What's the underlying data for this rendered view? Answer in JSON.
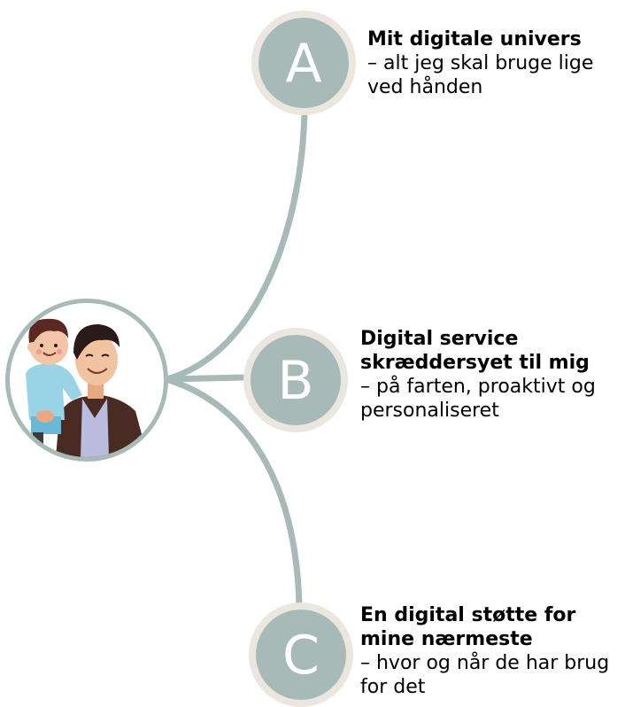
{
  "colors": {
    "node_fill": "#a8bab8",
    "node_ring": "#ebe7df",
    "connector": "#a8bab8",
    "letter": "#ffffff",
    "text": "#000000"
  },
  "avatar": {
    "icon": "parent-with-child-icon"
  },
  "items": [
    {
      "letter": "A",
      "title": "Mit digitale univers",
      "description": " – alt jeg skal bruge lige ved hånden"
    },
    {
      "letter": "B",
      "title": "Digital service skræddersyet til mig",
      "description": "– på farten, proaktivt og personaliseret"
    },
    {
      "letter": "C",
      "title": "En digital støtte for mine nærmeste",
      "description": "– hvor og når de har brug for det"
    }
  ]
}
